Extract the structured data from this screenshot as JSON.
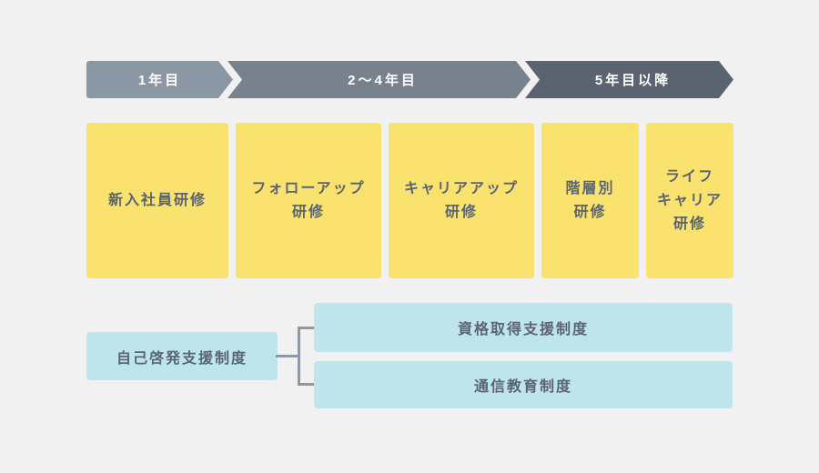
{
  "colors": {
    "background": "#f1f1f2",
    "stage1_fill": "#8b97a4",
    "stage2_fill": "#78828e",
    "stage3_fill": "#5a6470",
    "training_fill": "#f9e26e",
    "support_fill": "#bee5eb",
    "connector": "#8b98a5",
    "text_dark": "#5a6472",
    "text_light": "#ffffff"
  },
  "timeline": {
    "stages": [
      {
        "label": "1年目"
      },
      {
        "label": "2～4年目"
      },
      {
        "label": "5年目以降"
      }
    ]
  },
  "trainings": [
    {
      "name": "新入社員研修",
      "lines": [
        "新入社員研修"
      ]
    },
    {
      "name": "フォローアップ研修",
      "lines": [
        "フォローアップ",
        "研修"
      ]
    },
    {
      "name": "キャリアアップ研修",
      "lines": [
        "キャリアアップ",
        "研修"
      ]
    },
    {
      "name": "階層別研修",
      "lines": [
        "階層別",
        "研修"
      ]
    },
    {
      "name": "ライフキャリア研修",
      "lines": [
        "ライフ",
        "キャリア",
        "研修"
      ]
    }
  ],
  "support": {
    "root_label": "自己啓発支援制度",
    "children": [
      {
        "label": "資格取得支援制度"
      },
      {
        "label": "通信教育制度"
      }
    ]
  }
}
